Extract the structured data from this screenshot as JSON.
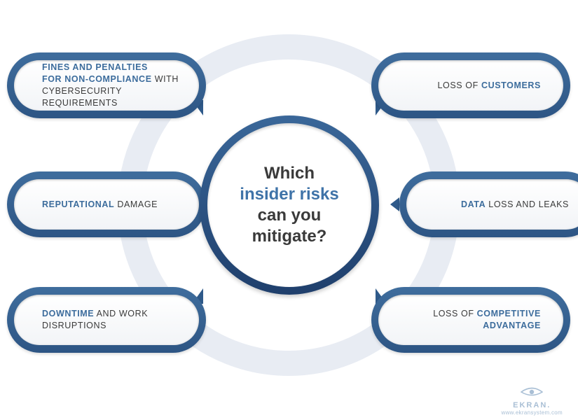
{
  "center": {
    "line1": "Which",
    "line2": "insider risks",
    "line3": "can you",
    "line4": "mitigate?"
  },
  "risks": {
    "fines": {
      "l1": "FINES AND PENALTIES",
      "l2a": "FOR NON-COMPLIANCE",
      "l2b": " WITH",
      "l3": "CYBERSECURITY REQUIREMENTS"
    },
    "customers": {
      "a": "LOSS OF ",
      "b": "CUSTOMERS"
    },
    "reputation": {
      "a": "REPUTATIONAL",
      "b": " DAMAGE"
    },
    "data": {
      "a": "DATA",
      "b": " LOSS AND LEAKS"
    },
    "downtime": {
      "a": "DOWNTIME",
      "b": " AND WORK",
      "c": "DISRUPTIONS"
    },
    "competitive": {
      "a": "LOSS OF ",
      "b": "COMPETITIVE",
      "c": "ADVANTAGE"
    }
  },
  "logo": {
    "name": "EKRAN.",
    "url": "www.ekransystem.com",
    "icon": "eye-icon"
  },
  "colors": {
    "accent": "#3c6c9c",
    "bubble_border": "#2f5a8a",
    "ring": "#e8ecf3",
    "text": "#3a3a3a"
  }
}
